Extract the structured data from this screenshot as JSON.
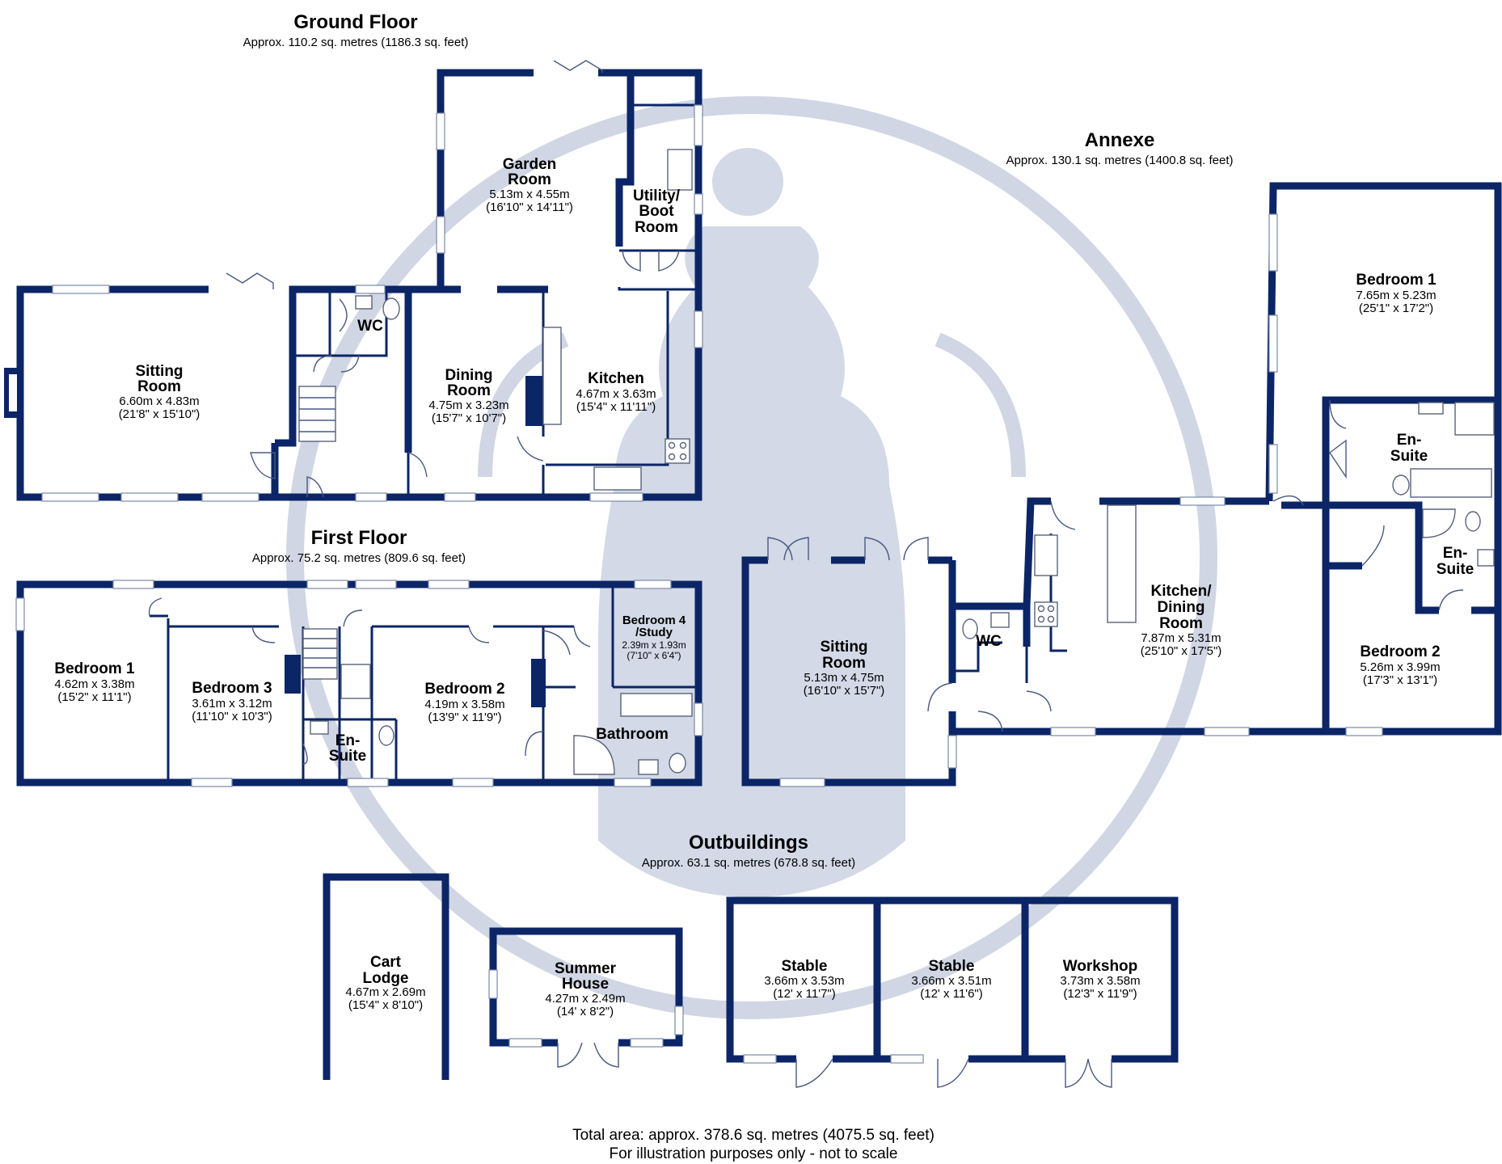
{
  "floors": {
    "ground": {
      "title": "Ground Floor",
      "area": "Approx. 110.2 sq. metres (1186.3 sq. feet)"
    },
    "first": {
      "title": "First Floor",
      "area": "Approx. 75.2 sq. metres (809.6 sq. feet)"
    },
    "annexe": {
      "title": "Annexe",
      "area": "Approx. 130.1 sq. metres (1400.8 sq. feet)"
    },
    "outbuildings": {
      "title": "Outbuildings",
      "area": "Approx. 63.1 sq. metres (678.8 sq. feet)"
    }
  },
  "rooms": {
    "g_sitting": {
      "lines": [
        "Sitting",
        "Room"
      ],
      "metric": "6.60m x 4.83m",
      "imperial": "(21'8\" x 15'10\")"
    },
    "g_wc": {
      "lines": [
        "WC"
      ]
    },
    "g_dining": {
      "lines": [
        "Dining",
        "Room"
      ],
      "metric": "4.75m x 3.23m",
      "imperial": "(15'7\" x 10'7\")"
    },
    "g_garden": {
      "lines": [
        "Garden",
        "Room"
      ],
      "metric": "5.13m x 4.55m",
      "imperial": "(16'10\" x 14'11\")"
    },
    "g_utility": {
      "lines": [
        "Utility/",
        "Boot",
        "Room"
      ]
    },
    "g_kitchen": {
      "lines": [
        "Kitchen"
      ],
      "metric": "4.67m x 3.63m",
      "imperial": "(15'4\" x 11'11\")"
    },
    "f_bed1": {
      "lines": [
        "Bedroom 1"
      ],
      "metric": "4.62m x 3.38m",
      "imperial": "(15'2\" x 11'1\")"
    },
    "f_bed3": {
      "lines": [
        "Bedroom 3"
      ],
      "metric": "3.61m x 3.12m",
      "imperial": "(11'10\" x 10'3\")"
    },
    "f_ensuite": {
      "lines": [
        "En-",
        "Suite"
      ]
    },
    "f_bed2": {
      "lines": [
        "Bedroom 2"
      ],
      "metric": "4.19m x 3.58m",
      "imperial": "(13'9\" x 11'9\")"
    },
    "f_bed4": {
      "lines": [
        "Bedroom 4",
        "/Study"
      ],
      "metric": "2.39m x 1.93m",
      "imperial": "(7'10\" x 6'4\")"
    },
    "f_bath": {
      "lines": [
        "Bathroom"
      ]
    },
    "a_sitting": {
      "lines": [
        "Sitting",
        "Room"
      ],
      "metric": "5.13m x 4.75m",
      "imperial": "(16'10\" x 15'7\")"
    },
    "a_wc": {
      "lines": [
        "WC"
      ]
    },
    "a_kitchen": {
      "lines": [
        "Kitchen/",
        "Dining",
        "Room"
      ],
      "metric": "7.87m x 5.31m",
      "imperial": "(25'10\" x 17'5\")"
    },
    "a_bed1": {
      "lines": [
        "Bedroom 1"
      ],
      "metric": "7.65m x 5.23m",
      "imperial": "(25'1\" x 17'2\")"
    },
    "a_ensuite1": {
      "lines": [
        "En-",
        "Suite"
      ]
    },
    "a_ensuite2": {
      "lines": [
        "En-",
        "Suite"
      ]
    },
    "a_bed2": {
      "lines": [
        "Bedroom 2"
      ],
      "metric": "5.26m x 3.99m",
      "imperial": "(17'3\" x 13'1\")"
    },
    "o_cart": {
      "lines": [
        "Cart",
        "Lodge"
      ],
      "metric": "4.67m x 2.69m",
      "imperial": "(15'4\" x 8'10\")"
    },
    "o_summer": {
      "lines": [
        "Summer",
        "House"
      ],
      "metric": "4.27m x 2.49m",
      "imperial": "(14' x 8'2\")"
    },
    "o_stable1": {
      "lines": [
        "Stable"
      ],
      "metric": "3.66m x 3.53m",
      "imperial": "(12' x 11'7\")"
    },
    "o_stable2": {
      "lines": [
        "Stable"
      ],
      "metric": "3.66m x 3.51m",
      "imperial": "(12' x 11'6\")"
    },
    "o_workshop": {
      "lines": [
        "Workshop"
      ],
      "metric": "3.73m x 3.58m",
      "imperial": "(12'3\" x 11'9\")"
    }
  },
  "footer": {
    "total": "Total area: approx. 378.6 sq. metres (4075.5 sq. feet)",
    "disclaimer": "For illustration purposes only - not to scale"
  },
  "colors": {
    "wall": "#0b2566",
    "watermark": "#c4ccdd",
    "background": "#ffffff"
  }
}
